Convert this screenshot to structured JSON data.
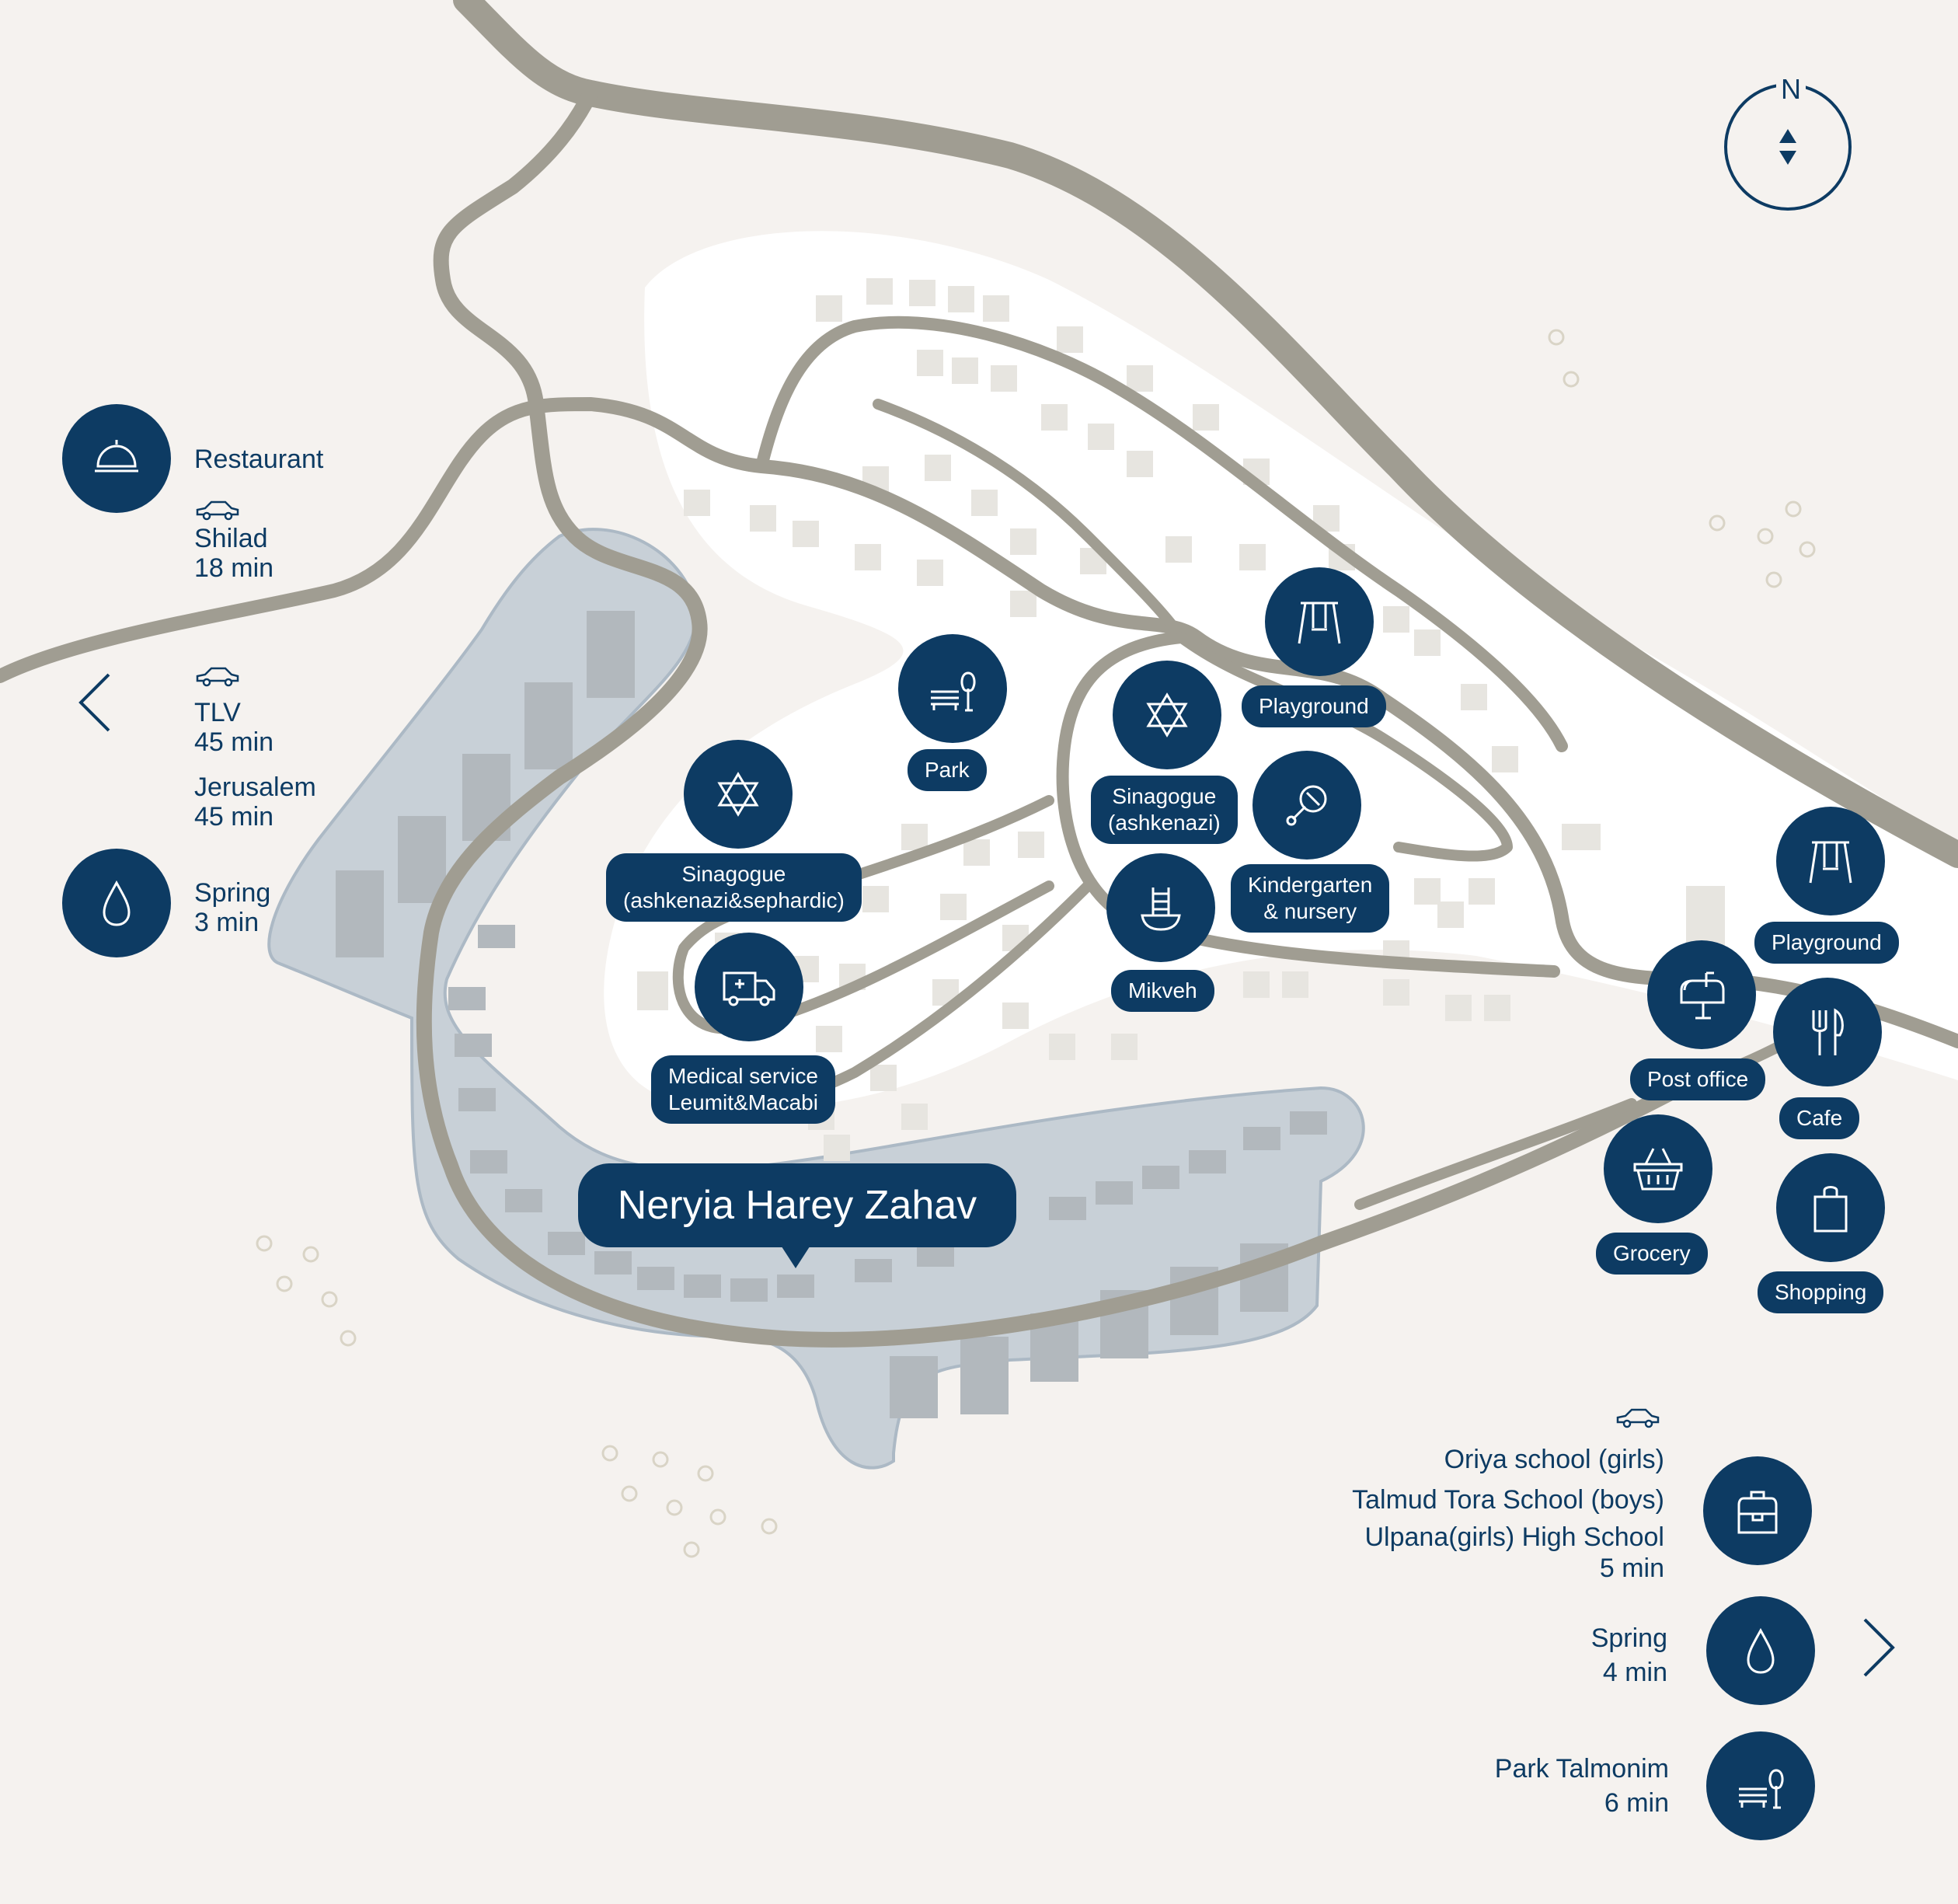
{
  "map": {
    "title": "Neryia Harey Zahav",
    "compass_label": "N",
    "colors": {
      "accent": "#0d3b63",
      "road": "#a09d92",
      "background": "#f5f2ef",
      "zone": "#c6cfd6"
    }
  },
  "left_panel": {
    "restaurant": {
      "label": "Restaurant",
      "destination": "Shilad",
      "time": "18 min"
    },
    "tlv": {
      "destination": "TLV",
      "time": "45 min"
    },
    "jerusalem": {
      "destination": "Jerusalem",
      "time": "45 min"
    },
    "spring": {
      "label": "Spring",
      "time": "3 min"
    }
  },
  "pois": {
    "park": "Park",
    "synagogue_ashkenazi_line1": "Sinagogue",
    "synagogue_ashkenazi_line2": "(ashkenazi)",
    "synagogue_mixed_line1": "Sinagogue",
    "synagogue_mixed_line2": "(ashkenazi&sephardic)",
    "playground_1": "Playground",
    "kindergarten_line1": "Kindergarten",
    "kindergarten_line2": "& nursery",
    "mikveh": "Mikveh",
    "medical_line1": "Medical service",
    "medical_line2": "Leumit&Macabi",
    "playground_2": "Playground",
    "post_office": "Post office",
    "cafe": "Cafe",
    "grocery": "Grocery",
    "shopping": "Shopping"
  },
  "right_panel": {
    "schools": [
      "Oriya school (girls)",
      "Talmud Tora School (boys)",
      "Ulpana(girls) High School"
    ],
    "schools_time": "5 min",
    "spring": {
      "label": "Spring",
      "time": "4 min"
    },
    "park": {
      "label": "Park Talmonim",
      "time": "6 min"
    }
  },
  "icons": [
    "restaurant-icon",
    "car-icon",
    "chevron-left-icon",
    "drop-icon",
    "park-bench-icon",
    "star-of-david-icon",
    "swing-icon",
    "rattle-icon",
    "mikveh-icon",
    "ambulance-icon",
    "mailbox-icon",
    "cutlery-icon",
    "basket-icon",
    "shopping-bag-icon",
    "backpack-icon",
    "chevron-right-icon",
    "compass-icon"
  ]
}
